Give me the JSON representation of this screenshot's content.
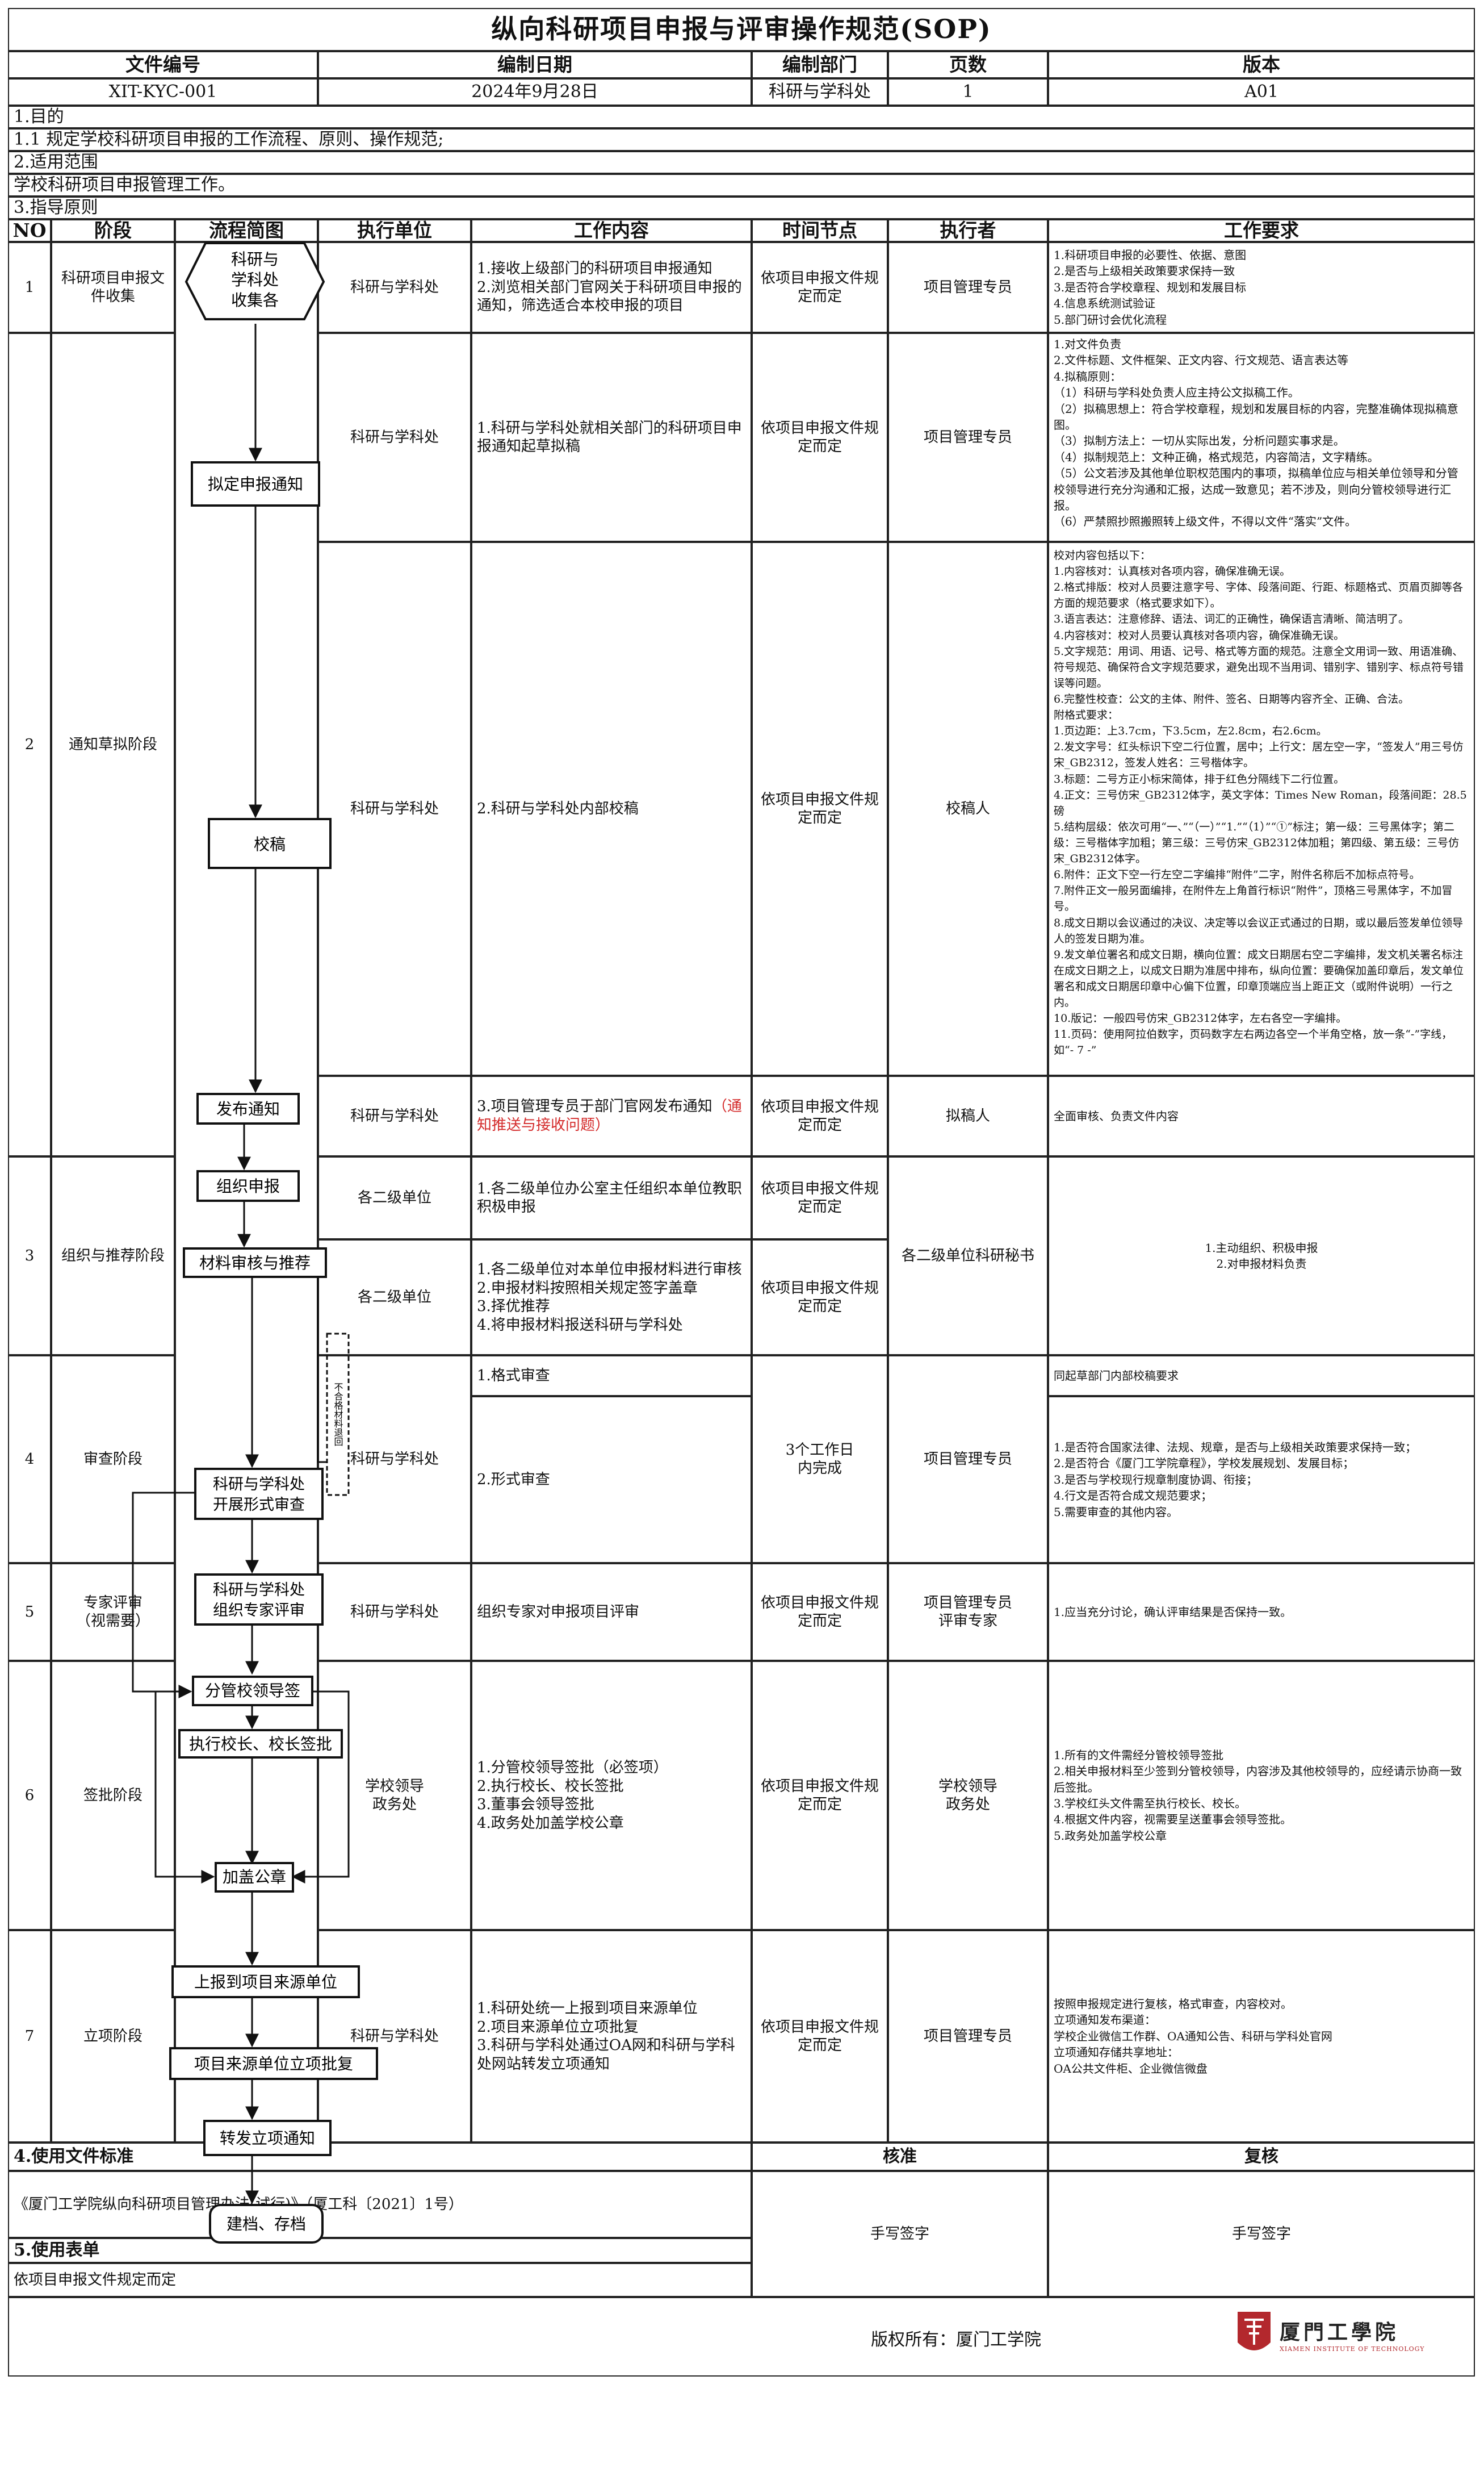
{
  "title": "纵向科研项目申报与评审操作规范(SOP)",
  "meta": {
    "headers": [
      "文件编号",
      "编制日期",
      "编制部门",
      "页数",
      "版本"
    ],
    "values": [
      "XIT-KYC-001",
      "2024年9月28日",
      "科研与学科处",
      "1",
      "A01"
    ]
  },
  "sections": {
    "purpose_h": "1.目的",
    "purpose": "1.1 规定学校科研项目申报的工作流程、原则、操作规范;",
    "scope_h": "2.适用范围",
    "scope": "学校科研项目申报管理工作。",
    "principle_h": "3.指导原则"
  },
  "columns": [
    "NO",
    "阶段",
    "流程简图",
    "执行单位",
    "工作内容",
    "时间节点",
    "执行者",
    "工作要求"
  ],
  "rows": {
    "r1": {
      "no": "1",
      "stage": "科研项目申报文件收集",
      "unit": "科研与学科处",
      "work": "1.接收上级部门的科研项目申报通知\n2.浏览相关部门官网关于科研项目申报的通知，筛选适合本校申报的项目",
      "time": "依项目申报文件规定而定",
      "actor": "项目管理专员",
      "req": "1.科研项目申报的必要性、依据、意图\n2.是否与上级相关政策要求保持一致\n3.是否符合学校章程、规划和发展目标\n4.信息系统测试验证\n5.部门研讨会优化流程"
    },
    "r2a": {
      "unit": "科研与学科处",
      "work": "1.科研与学科处就相关部门的科研项目申报通知起草拟稿",
      "time": "依项目申报文件规定而定",
      "actor": "项目管理专员",
      "req": "1.对文件负责\n2.文件标题、文件框架、正文内容、行文规范、语言表达等\n4.拟稿原则：\n（1）科研与学科处负责人应主持公文拟稿工作。\n（2）拟稿思想上：符合学校章程，规划和发展目标的内容，完整准确体现拟稿意图。\n（3）拟制方法上：一切从实际出发，分析问题实事求是。\n（4）拟制规范上：文种正确，格式规范，内容简洁，文字精练。\n（5）公文若涉及其他单位职权范围内的事项，拟稿单位应与相关单位领导和分管校领导进行充分沟通和汇报，达成一致意见；若不涉及，则向分管校领导进行汇报。\n（6）严禁照抄照搬照转上级文件，不得以文件“落实”文件。"
    },
    "r2": {
      "no": "2",
      "stage": "通知草拟阶段"
    },
    "r2b": {
      "unit": "科研与学科处",
      "work": "2.科研与学科处内部校稿",
      "time": "依项目申报文件规定而定",
      "actor": "校稿人",
      "req": "校对内容包括以下：\n1.内容核对：认真核对各项内容，确保准确无误。\n2.格式排版：校对人员要注意字号、字体、段落间距、行距、标题格式、页眉页脚等各方面的规范要求（格式要求如下）。\n3.语言表达：注意修辞、语法、词汇的正确性，确保语言清晰、简洁明了。\n4.内容核对：校对人员要认真核对各项内容，确保准确无误。\n5.文字规范：用词、用语、记号、格式等方面的规范。注意全文用词一致、用语准确、符号规范、确保符合文字规范要求，避免出现不当用词、错别字、错别字、标点符号错误等问题。\n6.完整性校查：公文的主体、附件、签名、日期等内容齐全、正确、合法。\n附格式要求：\n1.页边距：上3.7cm，下3.5cm，左2.8cm，右2.6cm。\n2.发文字号：红头标识下空二行位置，居中；上行文：居左空一字，“签发人”用三号仿宋_GB2312，签发人姓名：三号楷体字。\n3.标题：二号方正小标宋简体，排于红色分隔线下二行位置。\n4.正文：三号仿宋_GB2312体字，英文字体：Times New Roman，段落间距：28.5磅\n5.结构层级：依次可用“一、”“（一）”“1.”“（1）”“①”标注；第一级：三号黑体字；第二级：三号楷体字加粗；第三级：三号仿宋_GB2312体加粗；第四级、第五级：三号仿宋_GB2312体字。\n6.附件：正文下空一行左空二字编排“附件”二字，附件名称后不加标点符号。\n7.附件正文一般另面编排，在附件左上角首行标识“附件”，顶格三号黑体字，不加冒号。\n8.成文日期以会议通过的决议、决定等以会议正式通过的日期，或以最后签发单位领导人的签发日期为准。\n9.发文单位署名和成文日期，横向位置：成文日期居右空二字编排，发文机关署名标注在成文日期之上，以成文日期为准居中排布，纵向位置：要确保加盖印章后，发文单位署名和成文日期居印章中心偏下位置，印章顶端应当上距正文（或附件说明）一行之内。\n10.版记：一般四号仿宋_GB2312体字，左右各空一字编排。\n11.页码：使用阿拉伯数字，页码数字左右两边各空一个半角空格，放一条“-”字线，如“- 7 -”"
    },
    "r2c": {
      "unit": "科研与学科处",
      "work": "3.项目管理专员于部门官网发布通知",
      "work_red": "（通知推送与接收问题）",
      "time": "依项目申报文件规定而定",
      "actor": "拟稿人",
      "req": "全面审核、负责文件内容"
    },
    "r3": {
      "no": "3",
      "stage": "组织与推荐阶段",
      "actor": "各二级单位科研秘书",
      "req": "1.主动组织、积极申报\n2.对申报材料负责"
    },
    "r3a": {
      "unit": "各二级单位",
      "work": "1.各二级单位办公室主任组织本单位教职积极申报",
      "time": "依项目申报文件规定而定"
    },
    "r3b": {
      "unit": "各二级单位",
      "work": "1.各二级单位对本单位申报材料进行审核\n2.申报材料按照相关规定签字盖章\n3.择优推荐\n4.将申报材料报送科研与学科处",
      "time": "依项目申报文件规定而定"
    },
    "r4": {
      "no": "4",
      "stage": "审查阶段",
      "unit": "科研与学科处",
      "work1": "1.格式审查",
      "work2": "2.形式审查",
      "time": "3个工作日\n内完成",
      "actor": "项目管理专员",
      "req1": "同起草部门内部校稿要求",
      "req2": "1.是否符合国家法律、法规、规章，是否与上级相关政策要求保持一致；\n2.是否符合《厦门工学院章程》，学校发展规划、发展目标；\n3.是否与学校现行规章制度协调、衔接；\n4.行文是否符合成文规范要求；\n5.需要审查的其他内容。"
    },
    "r5": {
      "no": "5",
      "stage": "专家评审\n（视需要）",
      "unit": "科研与学科处",
      "work": "组织专家对申报项目评审",
      "time": "依项目申报文件规定而定",
      "actor": "项目管理专员\n评审专家",
      "req": "1.应当充分讨论，确认评审结果是否保持一致。"
    },
    "r6": {
      "no": "6",
      "stage": "签批阶段",
      "unit": "学校领导\n政务处",
      "work": "1.分管校领导签批（必签项）\n2.执行校长、校长签批\n3.董事会领导签批\n4.政务处加盖学校公章",
      "time": "依项目申报文件规定而定",
      "actor": "学校领导\n政务处",
      "req": "1.所有的文件需经分管校领导签批\n2.相关申报材料至少签到分管校领导，内容涉及其他校领导的，应经请示协商一致后签批。\n3.学校红头文件需至执行校长、校长。\n4.根据文件内容，视需要呈送董事会领导签批。\n5.政务处加盖学校公章"
    },
    "r7": {
      "no": "7",
      "stage": "立项阶段",
      "unit": "科研与学科处",
      "work": "1.科研处统一上报到项目来源单位\n2.项目来源单位立项批复\n3.科研与学科处通过OA网和科研与学科处网站转发立项通知",
      "time": "依项目申报文件规定而定",
      "actor": "项目管理专员",
      "req": "按照申报规定进行复核，格式审查，内容校对。\n立项通知发布渠道：\n学校企业微信工作群、OA通知公告、科研与学科处官网\n立项通知存储共享地址：\nOA公共文件柜、企业微信微盘"
    }
  },
  "footer": {
    "doc_std_h": "4.使用文件标准",
    "approve_h": "核准",
    "review_h": "复核",
    "doc_std": "《厦门工学院纵向科研项目管理办法(试行)》（厦工科〔2021〕1号）",
    "sign1": "手写签字",
    "sign2": "手写签字",
    "forms_h": "5.使用表单",
    "forms": "依项目申报文件规定而定",
    "copyright": "版权所有：厦门工学院",
    "logo_text": "厦門工學院",
    "logo_en": "XIAMEN INSTITUTE OF TECHNOLOGY"
  },
  "flow": {
    "n_collect": "科研与\n学科处\n收集各",
    "n_draft": "拟定申报通知",
    "n_proof": "校稿",
    "n_publish": "发布通知",
    "n_org": "组织申报",
    "n_review": "材料审核与推荐",
    "n_formal": "科研与学科处\n开展形式审查",
    "n_expert": "科研与学科处\n组织专家评审",
    "n_leader": "分管校领导签",
    "n_exec": "执行校长、校长签批",
    "n_seal": "加盖公章",
    "n_report": "上报到项目来源单位",
    "n_approve": "项目来源单位立项批复",
    "n_forward": "转发立项通知",
    "n_archive": "建档、存档",
    "side_note": "不合格材料退回"
  },
  "colors": {
    "border": "#222222",
    "red": "#d42a2a",
    "logo_red": "#b3282d"
  },
  "icons": {
    "logo": "xmut-logo-icon"
  }
}
